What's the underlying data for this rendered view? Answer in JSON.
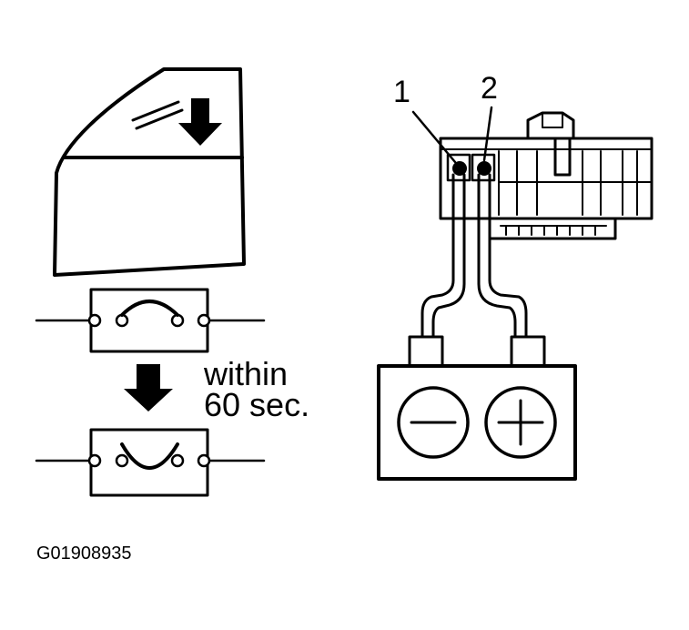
{
  "labels": {
    "pin_1": "1",
    "pin_2": "2",
    "timing_line1": "within",
    "timing_line2": "60 sec.",
    "figure_id": "G01908935"
  },
  "icons": {
    "door": "car-door-window-lowering",
    "arrow": "down-arrow-icon",
    "switch": "limit-switch-icon",
    "battery": "battery-icon",
    "connector": "connector-icon"
  },
  "colors": {
    "ink": "#000000",
    "paper": "#ffffff"
  }
}
